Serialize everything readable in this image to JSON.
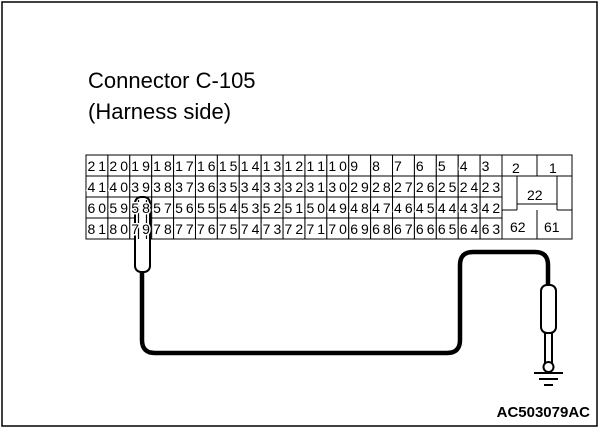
{
  "title_line1": "Connector C-105",
  "title_line2": "(Harness side)",
  "figure_id": "AC503079AC",
  "connector": {
    "rows": [
      [
        "21",
        "20",
        "19",
        "18",
        "17",
        "16",
        "15",
        "14",
        "13",
        "12",
        "11",
        "10",
        "9",
        "8",
        "7",
        "6",
        "5",
        "4",
        "3"
      ],
      [
        "41",
        "40",
        "39",
        "38",
        "37",
        "36",
        "35",
        "34",
        "33",
        "32",
        "31",
        "30",
        "29",
        "28",
        "27",
        "26",
        "25",
        "24",
        "23"
      ],
      [
        "60",
        "59",
        "58",
        "57",
        "56",
        "55",
        "54",
        "53",
        "52",
        "51",
        "50",
        "49",
        "48",
        "47",
        "46",
        "45",
        "44",
        "43",
        "42"
      ],
      [
        "81",
        "80",
        "79",
        "78",
        "77",
        "76",
        "75",
        "74",
        "73",
        "72",
        "71",
        "70",
        "69",
        "68",
        "67",
        "66",
        "65",
        "64",
        "63"
      ]
    ],
    "right_block": {
      "top": [
        "2",
        "1"
      ],
      "middle": "22",
      "bottom": [
        "62",
        "61"
      ]
    },
    "probed_terminal": "58"
  },
  "ground_symbol": "ground-icon"
}
